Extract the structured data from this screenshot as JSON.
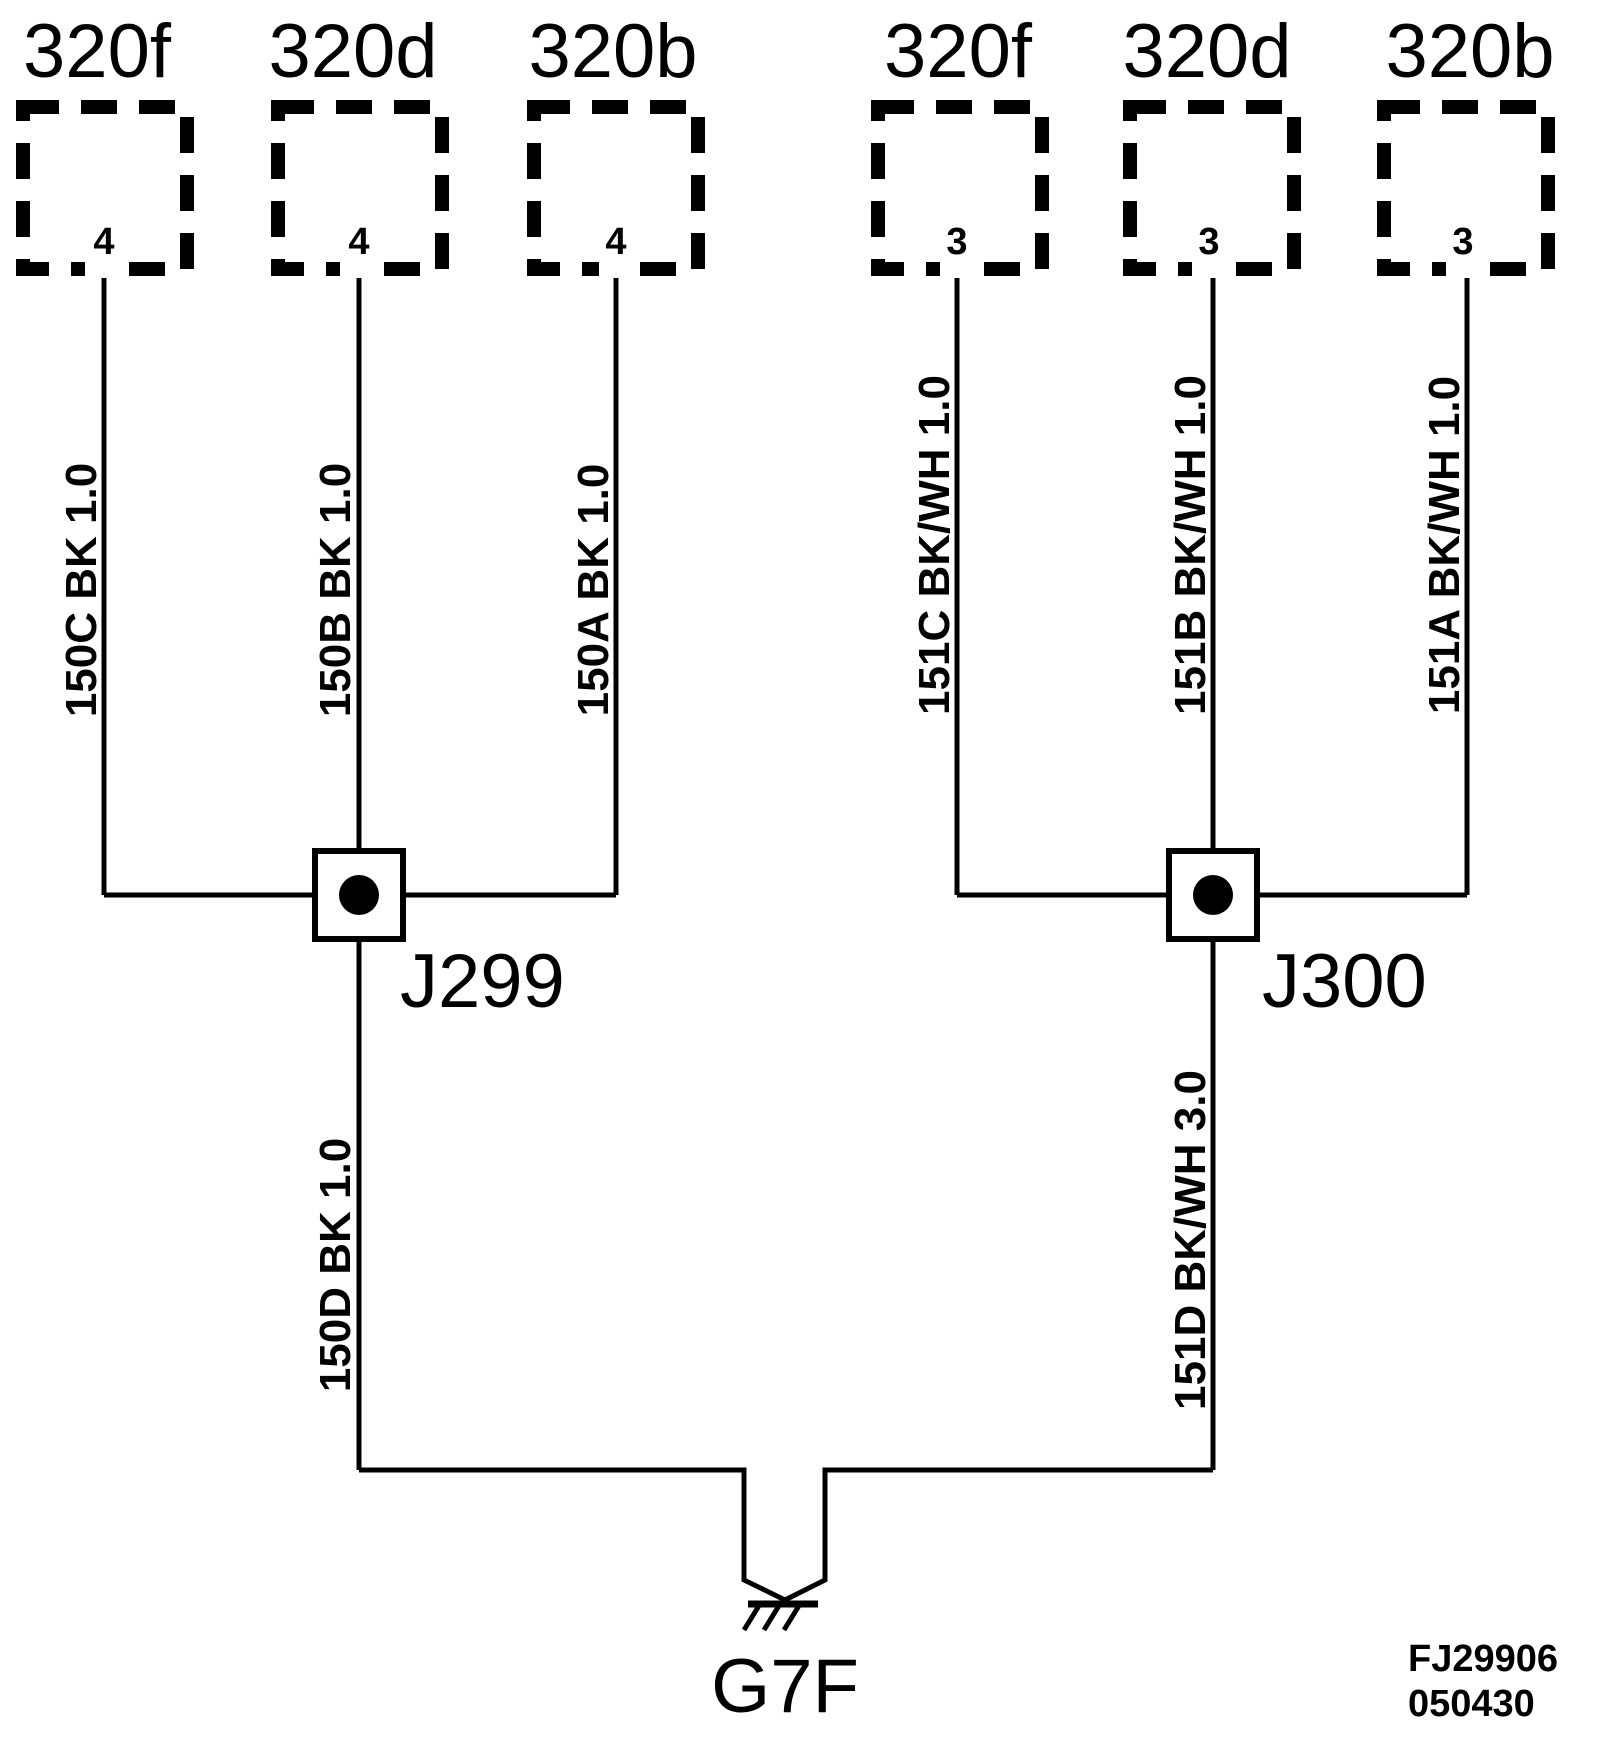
{
  "connectors": [
    {
      "id": "320f",
      "pin": "4"
    },
    {
      "id": "320d",
      "pin": "4"
    },
    {
      "id": "320b",
      "pin": "4"
    },
    {
      "id": "320f",
      "pin": "3"
    },
    {
      "id": "320d",
      "pin": "3"
    },
    {
      "id": "320b",
      "pin": "3"
    }
  ],
  "wires": [
    {
      "label": "150C  BK 1.0"
    },
    {
      "label": "150B  BK 1.0"
    },
    {
      "label": "150A  BK 1.0"
    },
    {
      "label": "151C  BK/WH  1.0"
    },
    {
      "label": "151B  BK/WH  1.0"
    },
    {
      "label": "151A  BK/WH  1.0"
    },
    {
      "label": "150D  BK 1.0"
    },
    {
      "label": "151D BK/WH  3.0"
    }
  ],
  "splices": [
    {
      "label": "J299"
    },
    {
      "label": "J300"
    }
  ],
  "ground": {
    "label": "G7F"
  },
  "figure_code": {
    "line1": "FJ29906",
    "line2": "050430"
  }
}
